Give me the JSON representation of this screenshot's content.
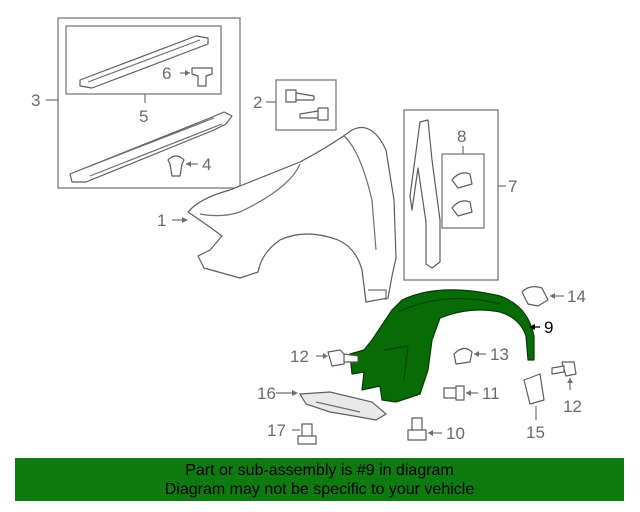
{
  "callouts": {
    "c1": "1",
    "c2": "2",
    "c3": "3",
    "c4": "4",
    "c5": "5",
    "c6": "6",
    "c7": "7",
    "c8": "8",
    "c9": "9",
    "c10": "10",
    "c11": "11",
    "c12a": "12",
    "c12b": "12",
    "c13": "13",
    "c14": "14",
    "c15": "15",
    "c16": "16",
    "c17": "17"
  },
  "highlight_color": "#076b06",
  "banner": {
    "line1": "Part or sub-assembly is #9 in diagram",
    "line2": "Diagram may not be specific to your vehicle",
    "color": "#0f7a10"
  }
}
